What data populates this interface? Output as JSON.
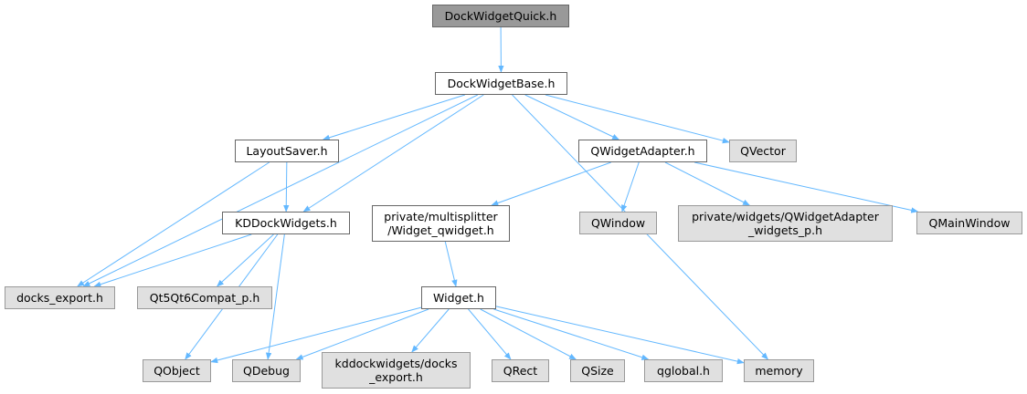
{
  "colors": {
    "edge": "#63b8ff",
    "external_fill": "#e0e0e0",
    "external_border": "#999999",
    "local_fill": "#ffffff",
    "root_fill": "#999999"
  },
  "nodes": {
    "dockwidgetquick": {
      "lines": [
        "DockWidgetQuick.h"
      ],
      "kind": "root"
    },
    "dockwidgetbase": {
      "lines": [
        "DockWidgetBase.h"
      ],
      "kind": "local"
    },
    "layoutsaver": {
      "lines": [
        "LayoutSaver.h"
      ],
      "kind": "local"
    },
    "qwidgetadapter": {
      "lines": [
        "QWidgetAdapter.h"
      ],
      "kind": "local"
    },
    "qvector": {
      "lines": [
        "QVector"
      ],
      "kind": "external"
    },
    "kddockwidgets": {
      "lines": [
        "KDDockWidgets.h"
      ],
      "kind": "local"
    },
    "widget_qwidget": {
      "lines": [
        "private/multisplitter",
        "/Widget_qwidget.h"
      ],
      "kind": "local"
    },
    "qwindow": {
      "lines": [
        "QWindow"
      ],
      "kind": "external"
    },
    "qwidgetadapter_widgets_p": {
      "lines": [
        "private/widgets/QWidgetAdapter",
        "_widgets_p.h"
      ],
      "kind": "external"
    },
    "qmainwindow": {
      "lines": [
        "QMainWindow"
      ],
      "kind": "external"
    },
    "docks_export": {
      "lines": [
        "docks_export.h"
      ],
      "kind": "external"
    },
    "qt5qt6compat": {
      "lines": [
        "Qt5Qt6Compat_p.h"
      ],
      "kind": "external"
    },
    "widget": {
      "lines": [
        "Widget.h"
      ],
      "kind": "local"
    },
    "qobject": {
      "lines": [
        "QObject"
      ],
      "kind": "external"
    },
    "qdebug": {
      "lines": [
        "QDebug"
      ],
      "kind": "external"
    },
    "kdd_docks_export": {
      "lines": [
        "kddockwidgets/docks",
        "_export.h"
      ],
      "kind": "external"
    },
    "qrect": {
      "lines": [
        "QRect"
      ],
      "kind": "external"
    },
    "qsize": {
      "lines": [
        "QSize"
      ],
      "kind": "external"
    },
    "qglobal": {
      "lines": [
        "qglobal.h"
      ],
      "kind": "external"
    },
    "memory": {
      "lines": [
        "memory"
      ],
      "kind": "external"
    }
  },
  "edges": [
    [
      "dockwidgetquick",
      "dockwidgetbase"
    ],
    [
      "dockwidgetbase",
      "layoutsaver"
    ],
    [
      "dockwidgetbase",
      "qwidgetadapter"
    ],
    [
      "dockwidgetbase",
      "qvector"
    ],
    [
      "dockwidgetbase",
      "kddockwidgets"
    ],
    [
      "dockwidgetbase",
      "docks_export"
    ],
    [
      "dockwidgetbase",
      "memory"
    ],
    [
      "layoutsaver",
      "kddockwidgets"
    ],
    [
      "layoutsaver",
      "docks_export"
    ],
    [
      "qwidgetadapter",
      "widget_qwidget"
    ],
    [
      "qwidgetadapter",
      "qwindow"
    ],
    [
      "qwidgetadapter",
      "qwidgetadapter_widgets_p"
    ],
    [
      "qwidgetadapter",
      "qmainwindow"
    ],
    [
      "kddockwidgets",
      "docks_export"
    ],
    [
      "kddockwidgets",
      "qt5qt6compat"
    ],
    [
      "kddockwidgets",
      "qobject"
    ],
    [
      "kddockwidgets",
      "qdebug"
    ],
    [
      "widget_qwidget",
      "widget"
    ],
    [
      "widget",
      "qobject"
    ],
    [
      "widget",
      "qdebug"
    ],
    [
      "widget",
      "kdd_docks_export"
    ],
    [
      "widget",
      "qrect"
    ],
    [
      "widget",
      "qsize"
    ],
    [
      "widget",
      "qglobal"
    ],
    [
      "widget",
      "memory"
    ]
  ]
}
